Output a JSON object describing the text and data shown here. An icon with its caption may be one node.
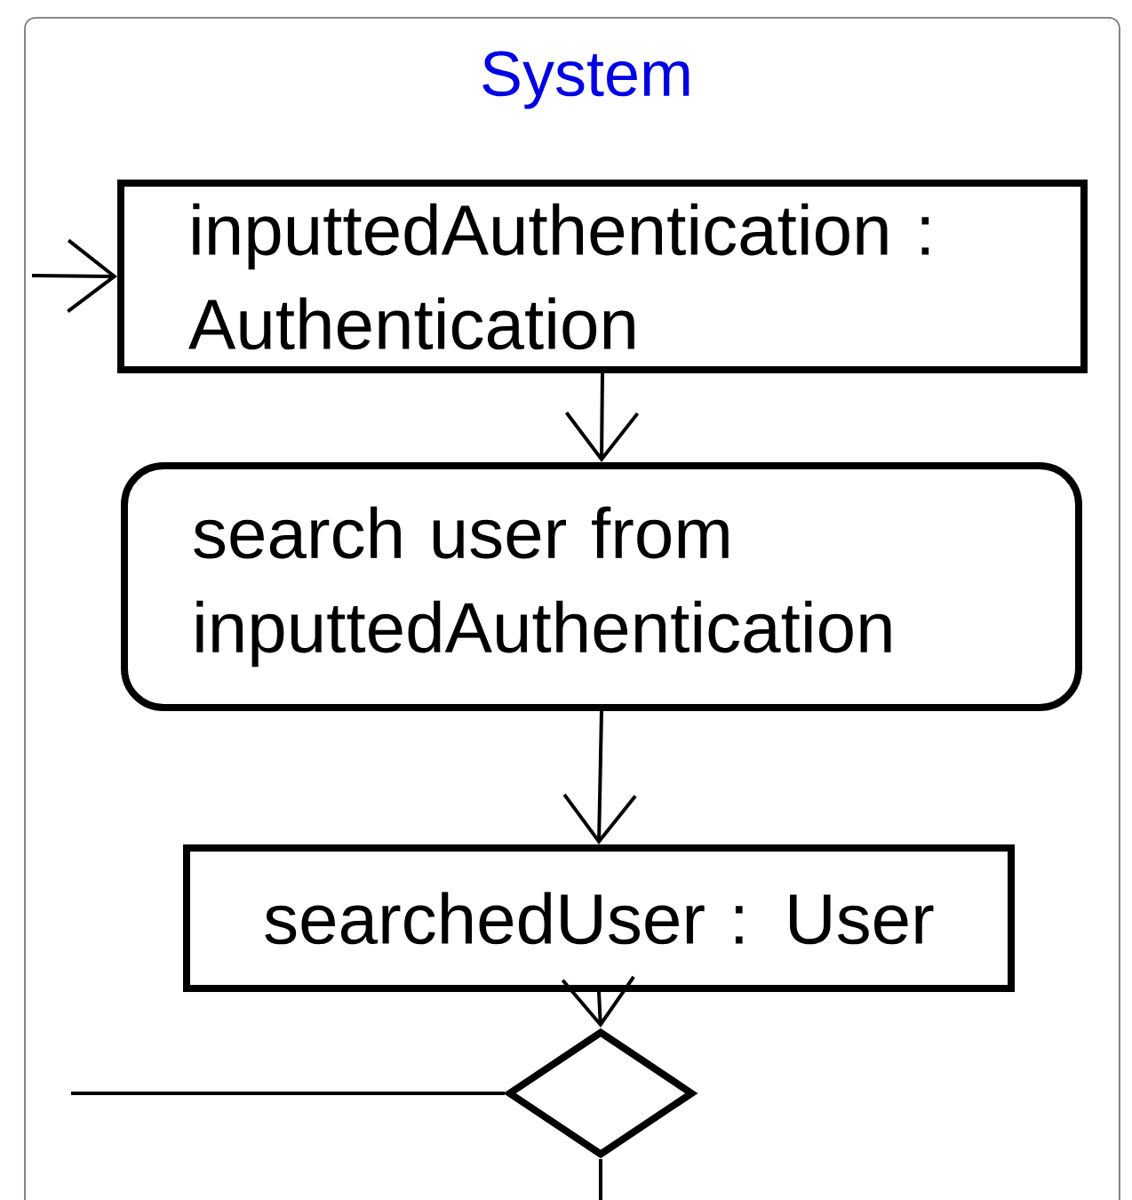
{
  "diagram": {
    "nodes": [
      {
        "text": [
          "System"
        ]
      },
      {
        "text": [
          "inputtedAuthentication : Authentication"
        ],
        "in": 0
      },
      {
        "text": [
          "search user from inputtedAuthentication"
        ],
        "in": 0
      },
      {
        "text": [
          "searchedUser : User"
        ],
        "in": 0
      },
      {
        "text": [],
        "shape": "diamond",
        "in": 0
      }
    ],
    "edges": [
      {
        "from": null,
        "to": 1,
        "arrow": "to"
      },
      {
        "from": 1,
        "to": 2,
        "arrow": "to"
      },
      {
        "from": 2,
        "to": 3,
        "arrow": "to"
      },
      {
        "from": 3,
        "to": 4,
        "arrow": "to"
      },
      {
        "from": 4,
        "to": null,
        "arrow": "none"
      },
      {
        "from": 4,
        "to": null,
        "arrow": "none"
      }
    ]
  }
}
